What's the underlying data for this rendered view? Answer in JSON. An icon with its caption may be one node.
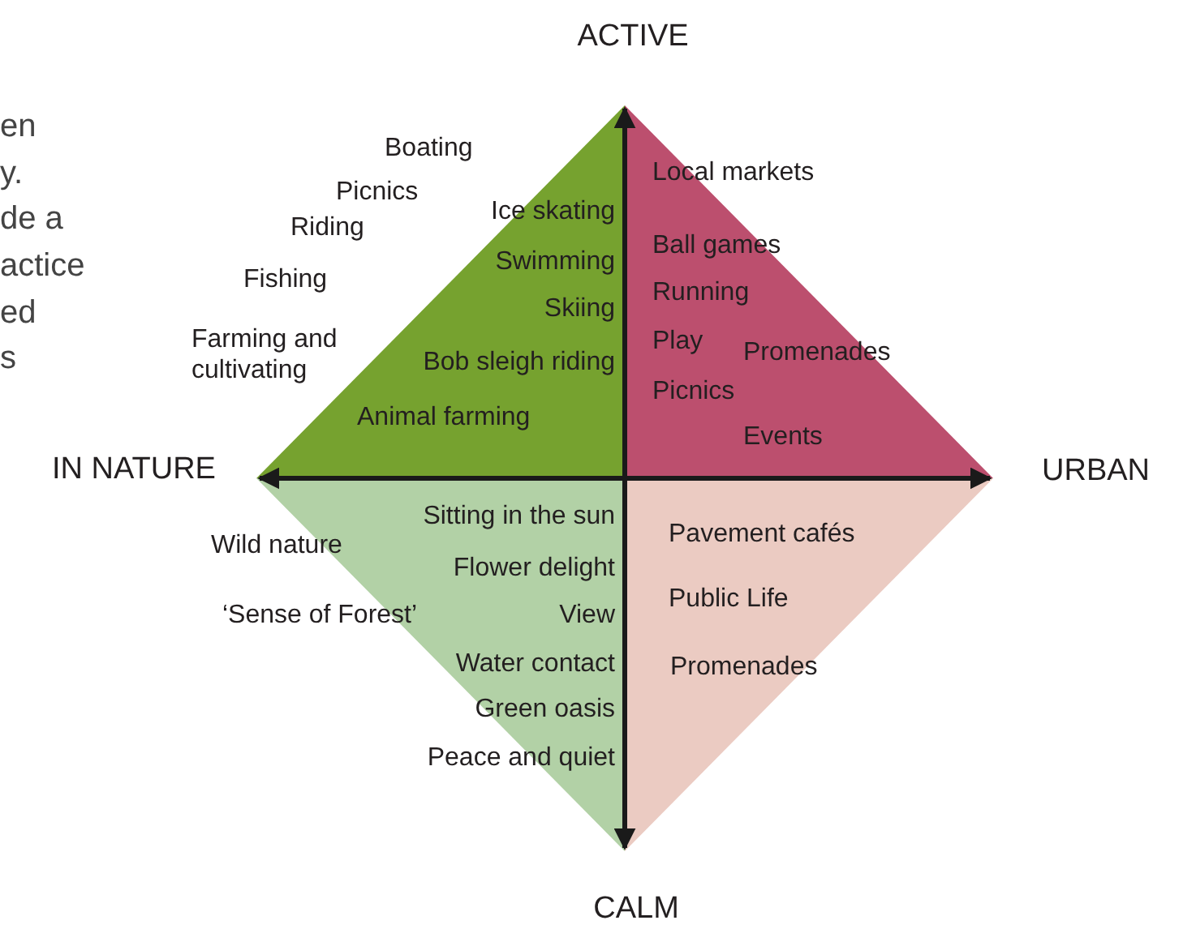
{
  "diagram": {
    "labels": [
      "ACTIVE",
      "en",
      "y.",
      "de a",
      "actice",
      "ed",
      "s",
      "Boating",
      "Picnics",
      "Riding",
      "Ice skating",
      "Swimming",
      "Fishing",
      "Skiing",
      "Farming and cultivating",
      "Bob sleigh riding",
      "Animal farming",
      "Local markets",
      "Ball games",
      "Running",
      "Play",
      "Promenades",
      "Picnics",
      "Events",
      "IN NATURE",
      "URBAN",
      "Sitting in the sun",
      "Wild nature",
      "Pavement cafés",
      "Flower delight",
      "‘Sense of Forest’",
      "View",
      "Public Life",
      "Water contact",
      "Promenades",
      "Green oasis",
      "Peace and quiet",
      "CALM"
    ]
  }
}
